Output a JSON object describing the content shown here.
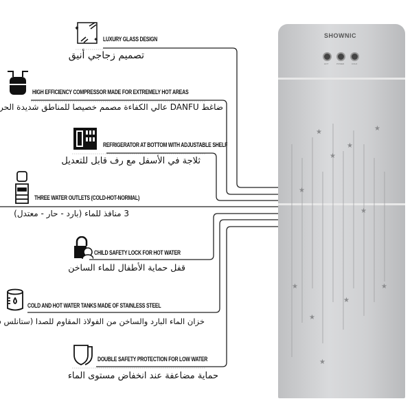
{
  "product": {
    "brand": "SHOWNIC",
    "buttons": [
      "HOT",
      "POWER",
      "COLD"
    ],
    "body_color": "#cfd0d2"
  },
  "features": [
    {
      "icon": "glass-icon",
      "en": "LUXURY GLASS DESIGN",
      "ar": "تصميم زجاجي أنيق"
    },
    {
      "icon": "compressor-icon",
      "en": "HIGH EFFICIENCY COMPRESSOR MADE FOR EXTREMELY HOT AREAS",
      "ar": "ضاغط DANFU عالي الكفاءة مصمم خصيصا للمناطق شديدة الحرارة"
    },
    {
      "icon": "refrigerator-icon",
      "en": "REFRIGERATOR AT BOTTOM WITH ADJUSTABLE SHELF",
      "ar": "ثلاجة في الأسفل مع رف قابل للتعديل"
    },
    {
      "icon": "water-dispenser-icon",
      "en": "THREE WATER OUTLETS (COLD-HOT-NORMAL)",
      "ar": "3 منافذ للماء (بارد - حار - معتدل)"
    },
    {
      "icon": "child-lock-icon",
      "en": "CHILD SAFETY LOCK FOR HOT WATER",
      "ar": "قفل حماية الأطفال للماء الساخن"
    },
    {
      "icon": "water-tank-icon",
      "en": "COLD AND HOT WATER TANKS MADE OF STAINLESS STEEL",
      "ar": "خزان الماء البارد والساخن من الفولاذ المقاوم للصدا (ستانلس ستيل)"
    },
    {
      "icon": "shield-icon",
      "en": "DOUBLE SAFETY PROTECTION FOR LOW WATER",
      "ar": "حماية مضاعفة عند انخفاض مستوى الماء"
    }
  ]
}
